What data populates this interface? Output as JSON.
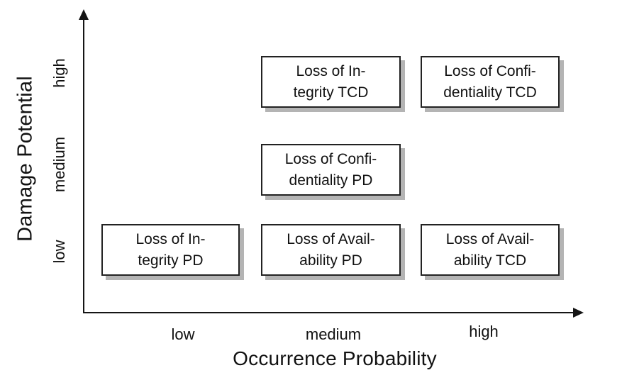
{
  "chart_data": {
    "type": "scatter",
    "title": "",
    "xlabel": "Occurrence Probability",
    "ylabel": "Damage Potential",
    "x_ticks": [
      "low",
      "medium",
      "high"
    ],
    "y_ticks": [
      "low",
      "medium",
      "high"
    ],
    "legend": null,
    "grid": false,
    "points": [
      {
        "x": "medium",
        "y": "high",
        "label": "Loss of Integrity TCD",
        "line1": "Loss of In-",
        "line2": "tegrity TCD"
      },
      {
        "x": "high",
        "y": "high",
        "label": "Loss of Confidentiality TCD",
        "line1": "Loss of Confi-",
        "line2": "dentiality TCD"
      },
      {
        "x": "medium",
        "y": "medium",
        "label": "Loss of Confidentiality PD",
        "line1": "Loss of Confi-",
        "line2": "dentiality PD"
      },
      {
        "x": "low",
        "y": "low",
        "label": "Loss of Integrity PD",
        "line1": "Loss of In-",
        "line2": "tegrity PD"
      },
      {
        "x": "medium",
        "y": "low",
        "label": "Loss of Availability PD",
        "line1": "Loss of Avail-",
        "line2": "ability PD"
      },
      {
        "x": "high",
        "y": "low",
        "label": "Loss of Availability TCD",
        "line1": "Loss of Avail-",
        "line2": "ability TCD"
      }
    ],
    "colors": {
      "background": "#ffffff",
      "axis": "#151515",
      "box_fill": "#ffffff",
      "box_border": "#222222",
      "box_shadow": "#b4b4b4",
      "text": "#111111"
    }
  }
}
